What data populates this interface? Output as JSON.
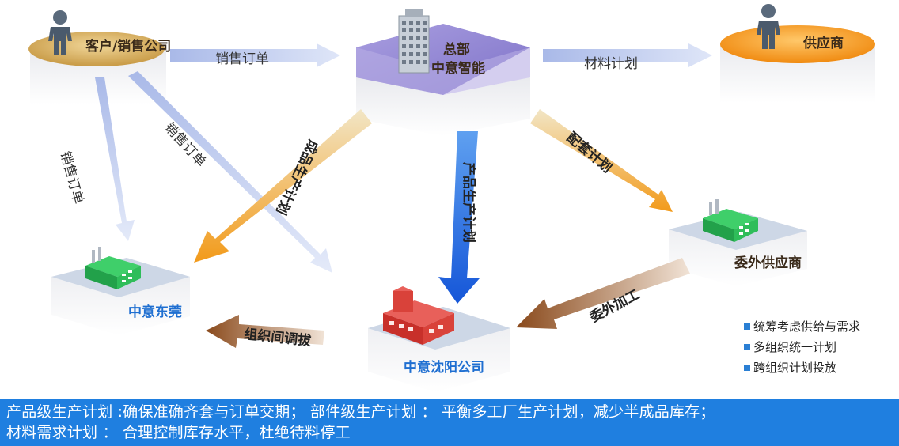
{
  "nodes": {
    "customer": "客户/销售公司",
    "hq_line1": "总部",
    "hq_line2": "中意智能",
    "supplier": "供应商",
    "subcontractor": "委外供应商",
    "dongguan": "中意东莞",
    "shenyang": "中意沈阳公司"
  },
  "flows": {
    "sales_order_top": "销售订单",
    "material_plan": "材料计划",
    "sales_order_down": "销售订单",
    "sales_order_diag": "销售订单",
    "finished_plan": "成品生产计划",
    "product_plan": "产品生产计划",
    "kit_plan": "配套计划",
    "outsourced_processing": "委外加工",
    "inter_org_transfer": "组织间调拔"
  },
  "legend": [
    "统筹考虑供给与需求",
    "多组织统一计划",
    "跨组织计划投放"
  ],
  "footer": {
    "line1": "产品级生产计划 :确保准确齐套与订单交期；   部件级生产计划 ： 平衡多工厂生产计划，减少半成品库存；",
    "line2": "材料需求计划 ： 合理控制库存水平，杜绝待料停工"
  },
  "icons": [
    "person-icon",
    "building-icon",
    "factory-icon"
  ],
  "colors": {
    "footer_bg": "#1f7fe0",
    "hq_platform": "#9a8fd6",
    "customer_disc": "#d9b46a",
    "supplier_disc": "#f7a020",
    "blue_label": "#1f6fd1",
    "orange_arrow": "#f29a1a",
    "blue_arrow": "#1f6fe0",
    "brown_arrow": "#8a4a1c"
  }
}
